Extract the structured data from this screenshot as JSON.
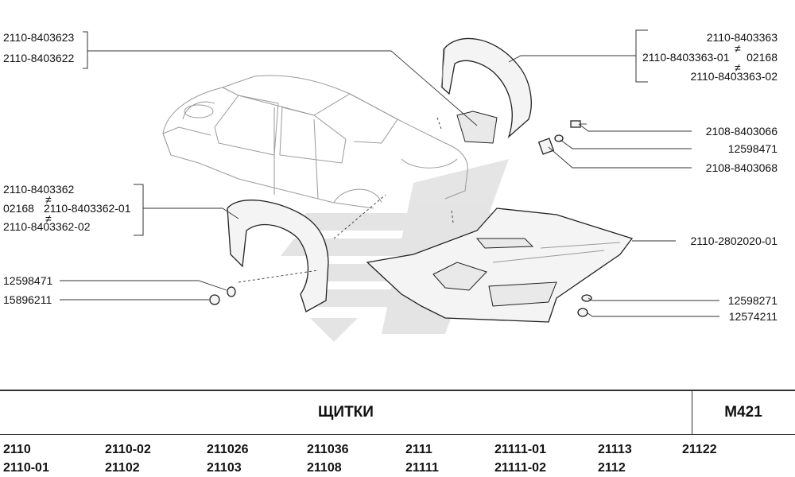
{
  "callouts": {
    "top_left_1": "2110-8403623",
    "top_left_2": "2110-8403622",
    "top_right_1": "2110-8403363",
    "top_right_2a": "2110-8403363-01",
    "top_right_2b": "02168",
    "top_right_3": "2110-8403363-02",
    "bolt": "2108-8403066",
    "washer_r": "12598471",
    "clip_r": "2108-8403068",
    "mid_left_1": "2110-8403362",
    "mid_left_2a": "02168",
    "mid_left_2b": "2110-8403362-01",
    "mid_left_3": "2110-8403362-02",
    "shield": "2110-2802020-01",
    "washer_l": "12598471",
    "nut_l": "15896211",
    "washer_b": "12598271",
    "nut_b": "12574211"
  },
  "footer": {
    "title": "ЩИТКИ",
    "code": "M421",
    "models": [
      [
        "2110",
        "2110-01"
      ],
      [
        "2110-02",
        "21102"
      ],
      [
        "211026",
        "21103"
      ],
      [
        "211036",
        "21108"
      ],
      [
        "2111",
        "21111"
      ],
      [
        "21111-01",
        "21111-02"
      ],
      [
        "21113",
        "2112"
      ],
      [
        "21122"
      ]
    ]
  }
}
